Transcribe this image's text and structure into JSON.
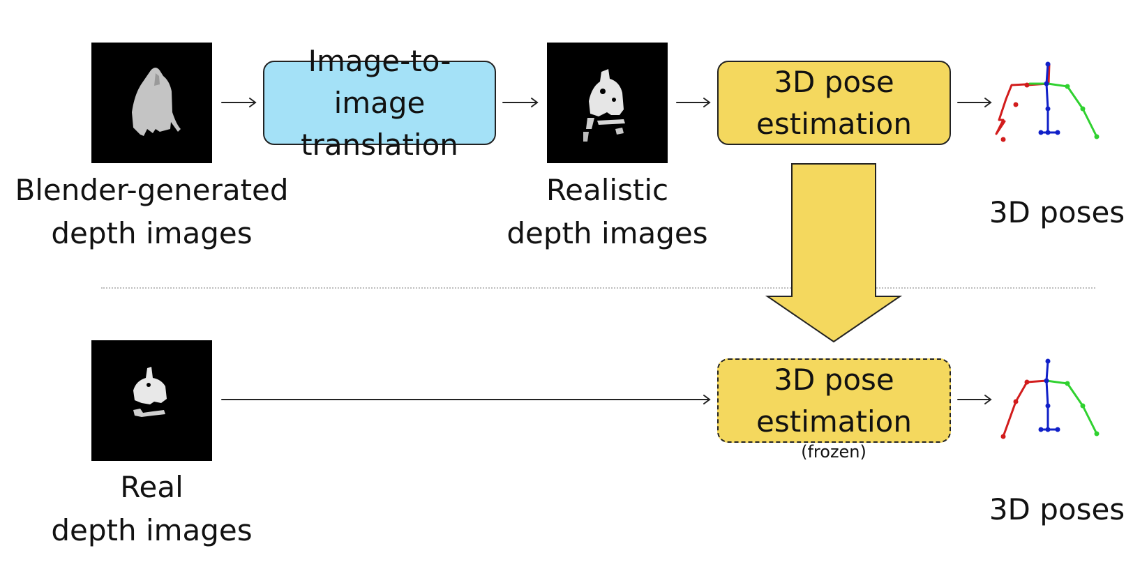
{
  "row1": {
    "input_label_line1": "Blender-generated",
    "input_label_line2": "depth images",
    "translation_line1": "Image-to-image",
    "translation_line2": "translation",
    "realistic_label_line1": "Realistic",
    "realistic_label_line2": "depth images",
    "pose_line1": "3D pose",
    "pose_line2": "estimation",
    "output_label": "3D poses"
  },
  "row2": {
    "input_label_line1": "Real",
    "input_label_line2": "depth images",
    "pose_line1": "3D pose",
    "pose_line2": "estimation",
    "frozen_note": "(frozen)",
    "output_label": "3D poses"
  },
  "colors": {
    "translation_fill": "#a4e1f7",
    "pose_fill": "#f4d85e",
    "skeleton_left": "#d21c1c",
    "skeleton_spine": "#1020c8",
    "skeleton_right": "#2fd12f"
  }
}
